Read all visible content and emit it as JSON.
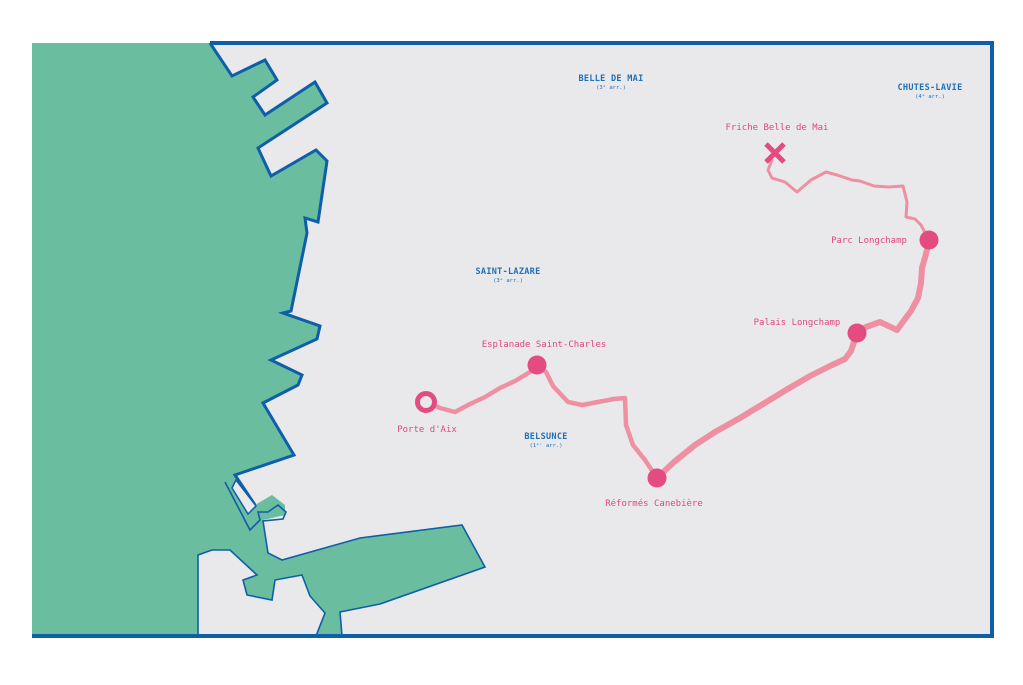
{
  "colors": {
    "land": "#e9e9ec",
    "sea": "#6bbd9f",
    "border": "#0e5ea9",
    "district_text": "#1f6fb5",
    "route": "#ef8fa2",
    "stop": "#e44b81"
  },
  "districts": [
    {
      "name": "BELLE DE MAI",
      "arr": "(3ᵉ arr.)"
    },
    {
      "name": "CHUTES-LAVIE",
      "arr": "(4ᵉ arr.)"
    },
    {
      "name": "SAINT-LAZARE",
      "arr": "(3ᵉ arr.)"
    },
    {
      "name": "BELSUNCE",
      "arr": "(1ᵉʳ arr.)"
    }
  ],
  "route": {
    "start": {
      "label": "Porte d'Aix",
      "marker": "ring"
    },
    "stops": [
      {
        "label": "Esplanade Saint-Charles",
        "marker": "dot"
      },
      {
        "label": "Réformés Canebière",
        "marker": "dot"
      },
      {
        "label": "Palais Longchamp",
        "marker": "dot"
      },
      {
        "label": "Parc Longchamp",
        "marker": "dot"
      }
    ],
    "end": {
      "label": "Friche Belle de Mai",
      "marker": "cross"
    }
  }
}
